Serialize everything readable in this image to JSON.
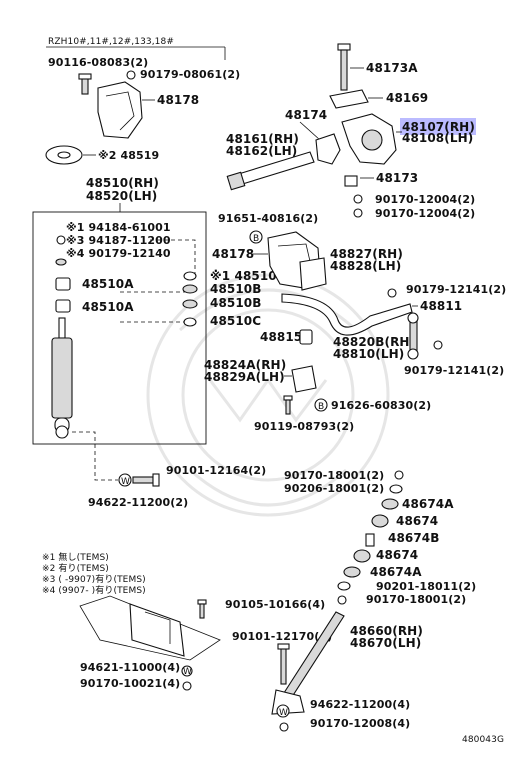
{
  "header": {
    "model_code": "RZH10#,11#,12#,133,18#"
  },
  "footer": {
    "figure_id": "480043G"
  },
  "highlight_color": "#3c3cff",
  "labels": {
    "p90116": "90116-08083(2)",
    "p90179_08061": "90179-08061(2)",
    "p48178a": "48178",
    "p48519": "※2 48519",
    "p48510": "48510(RH)",
    "p48520": "48520(LH)",
    "n1": "※1 94184-61001",
    "n3": "※3 94187-11200",
    "n4": "※4 90179-12140",
    "p48510a_1": "48510A",
    "p48510a_2": "48510A",
    "p48173a": "48173A",
    "p48169": "48169",
    "p48174": "48174",
    "p48107": "48107(RH)",
    "p48108": "48108(LH)",
    "p48161": "48161(RH)",
    "p48162": "48162(LH)",
    "p48173": "48173",
    "p90170_a": "90170-12004(2)",
    "p90170_b": "90170-12004(2)",
    "p91651": "91651-40816(2)",
    "p48178b": "48178",
    "p48827": "48827(RH)",
    "p48828": "48828(LH)",
    "p48510c_1": "※1 48510C",
    "p48510b_1": "48510B",
    "p48510b_2": "48510B",
    "p48510c_2": "48510C",
    "p90179_12141a": "90179-12141(2)",
    "p48811": "48811",
    "p48815": "48815",
    "p48820b": "48820B(RH)",
    "p48810": "48810(LH)",
    "p48824a": "48824A(RH)",
    "p48829a": "48829A(LH)",
    "p90179_12141b": "90179-12141(2)",
    "p91626": "91626-60830(2)",
    "p90119": "90119-08793(2)",
    "p90101_12164": "90101-12164(2)",
    "p94622_a": "94622-11200(2)",
    "p90170_18001a": "90170-18001(2)",
    "p90206": "90206-18001(2)",
    "p48674a_1": "48674A",
    "p48674_1": "48674",
    "p48674b": "48674B",
    "p48674_2": "48674",
    "p48674a_2": "48674A",
    "p90201": "90201-18011(2)",
    "p90170_18001b": "90170-18001(2)",
    "p90105": "90105-10166(4)",
    "p90101_12170": "90101-12170(4)",
    "p48660": "48660(RH)",
    "p48670": "48670(LH)",
    "p94621": "94621-11000(4)",
    "p90170_10021": "90170-10021(4)",
    "p94622_b": "94622-11200(4)",
    "p90170_12008": "90170-12008(4)"
  },
  "notes": [
    "※1 無し(TEMS)",
    "※2 有り(TEMS)",
    "※3 (    -9907)有り(TEMS)",
    "※4 (9907-    )有り(TEMS)"
  ]
}
